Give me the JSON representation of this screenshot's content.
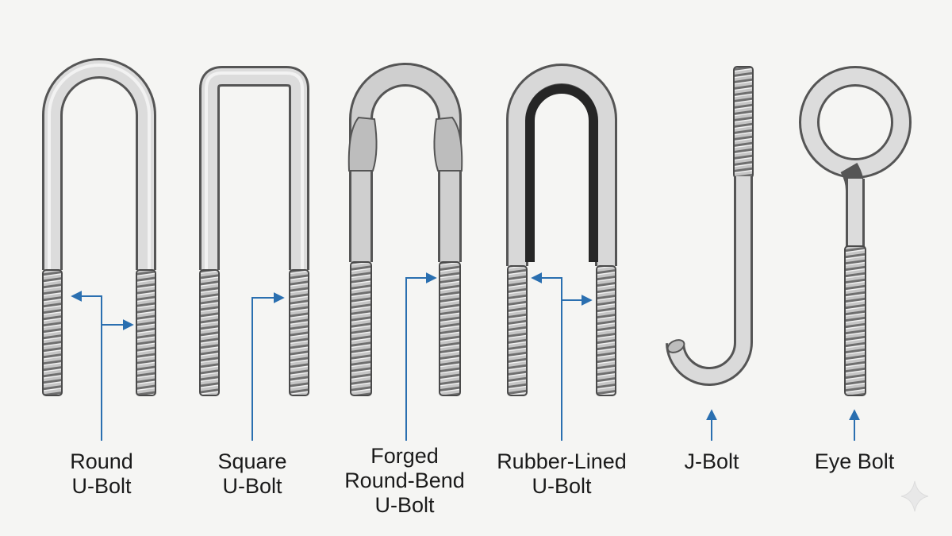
{
  "colors": {
    "background": "#f5f5f3",
    "steel_light": "#ececec",
    "steel_mid": "#b9b9b9",
    "steel_dark": "#6e6e6e",
    "outline": "#4a4a4a",
    "rubber": "#262626",
    "arrow": "#2a6fb0",
    "text": "#1a1a1a"
  },
  "bolts": [
    {
      "id": "round",
      "lines": [
        "Round",
        "U-Bolt"
      ]
    },
    {
      "id": "square",
      "lines": [
        "Square",
        "U-Bolt"
      ]
    },
    {
      "id": "forged",
      "lines": [
        "Forged",
        "Round-Bend",
        "U-Bolt"
      ]
    },
    {
      "id": "rubber",
      "lines": [
        "Rubber-Lined",
        "U-Bolt"
      ]
    },
    {
      "id": "jbolt",
      "lines": [
        "J-Bolt"
      ]
    },
    {
      "id": "eyebolt",
      "lines": [
        "Eye Bolt"
      ]
    }
  ],
  "watermark_icon": "sparkle-icon"
}
